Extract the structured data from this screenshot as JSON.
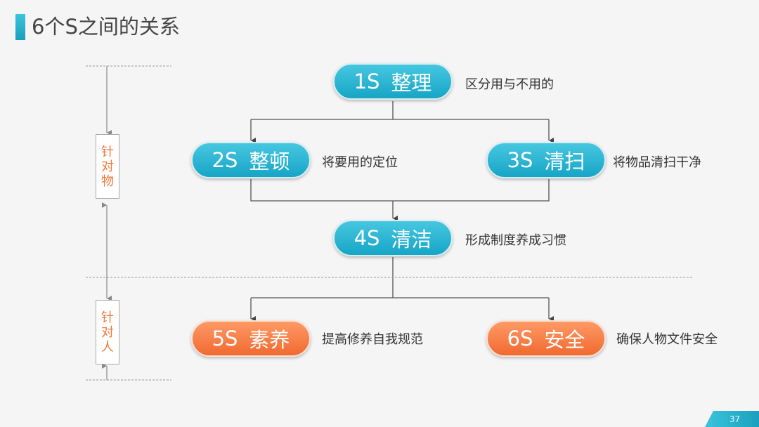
{
  "title": "6个S之间的关系",
  "side_labels": {
    "object": [
      "针",
      "对",
      "物"
    ],
    "person": [
      "针",
      "对",
      "人"
    ]
  },
  "steps": [
    {
      "code": "1S",
      "name": "整理",
      "desc": "区分用与不用的"
    },
    {
      "code": "2S",
      "name": "整顿",
      "desc": "将要用的定位"
    },
    {
      "code": "3S",
      "name": "清扫",
      "desc": "将物品清扫干净"
    },
    {
      "code": "4S",
      "name": "清洁",
      "desc": "形成制度养成习惯"
    },
    {
      "code": "5S",
      "name": "素养",
      "desc": "提高修养自我规范"
    },
    {
      "code": "6S",
      "name": "安全",
      "desc": "确保人物文件安全"
    }
  ],
  "page_number": "37",
  "colors": {
    "accent": "#1aa0bd",
    "orange": "#f06a30",
    "side_text": "#ee7a3c"
  }
}
